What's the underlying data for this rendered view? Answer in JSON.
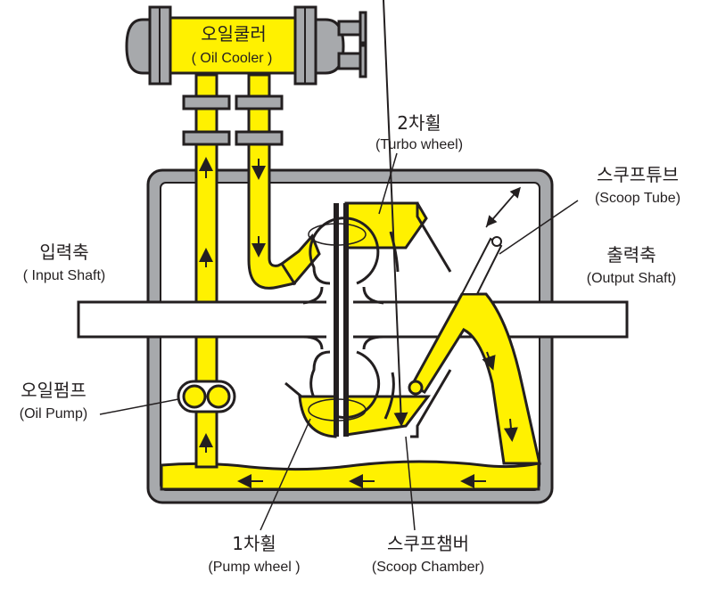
{
  "title": "Fluid coupling with scoop tube – oil circuit",
  "colors": {
    "oil": "#fff100",
    "housing": "#a7a9ac",
    "outline": "#231f20"
  },
  "labels": {
    "oil_cooler": {
      "ko": "오일쿨러",
      "en": "( Oil Cooler )"
    },
    "turbo_wheel": {
      "ko": "2차휠",
      "en": "(Turbo wheel)"
    },
    "scoop_tube": {
      "ko": "스쿠프튜브",
      "en": "(Scoop Tube)"
    },
    "input_shaft": {
      "ko": "입력축",
      "en": "( Input Shaft)"
    },
    "output_shaft": {
      "ko": "출력축",
      "en": "(Output Shaft)"
    },
    "oil_pump": {
      "ko": "오일펌프",
      "en": "(Oil Pump)"
    },
    "pump_wheel": {
      "ko": "1차휠",
      "en": "(Pump wheel )"
    },
    "scoop_chamber": {
      "ko": "스쿠프챔버",
      "en": "(Scoop Chamber)"
    }
  }
}
